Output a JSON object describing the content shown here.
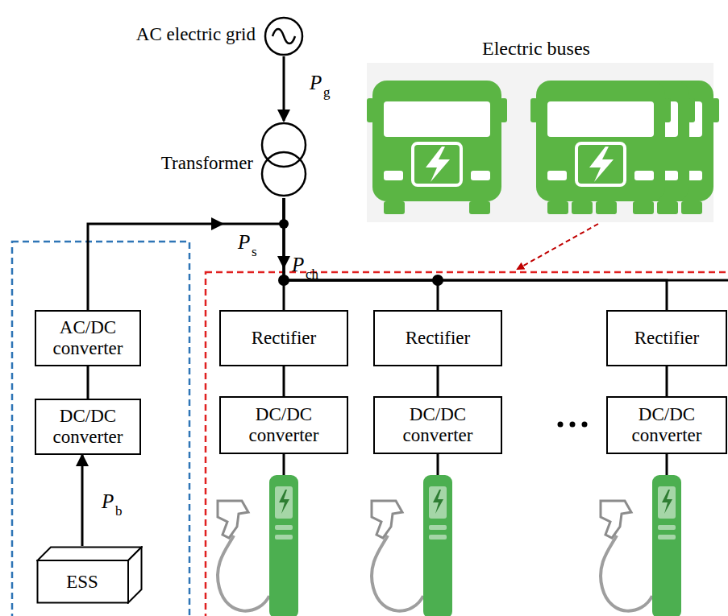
{
  "diagram": {
    "nodes": [
      {
        "text": [
          "AC electric grid"
        ]
      },
      {
        "text": [
          "Transformer"
        ]
      },
      {
        "text": [
          "AC/DC converter"
        ]
      },
      {
        "text": [
          "DC/DC converter"
        ]
      },
      {
        "text": [
          "ESS"
        ]
      },
      {
        "text": [
          "Rectifier"
        ]
      },
      {
        "text": [
          "Rectifier"
        ]
      },
      {
        "text": [
          "Rectifier"
        ]
      },
      {
        "text": [
          "DC/DC converter"
        ]
      },
      {
        "text": [
          "DC/DC converter"
        ]
      },
      {
        "text": [
          "DC/DC converter"
        ]
      }
    ],
    "edges": [
      {
        "from": 0,
        "to": 1,
        "arrow": "to"
      },
      {
        "from": 4,
        "to": 3,
        "arrow": "to"
      },
      {
        "from": 3,
        "to": 2,
        "arrow": "none"
      },
      {
        "from": 2,
        "to": 1,
        "arrow": "none"
      },
      {
        "from": 1,
        "to": 5,
        "arrow": "none"
      },
      {
        "from": 1,
        "to": 6,
        "arrow": "none"
      },
      {
        "from": 1,
        "to": 7,
        "arrow": "none"
      },
      {
        "from": 5,
        "to": 8,
        "arrow": "none"
      },
      {
        "from": 6,
        "to": 9,
        "arrow": "none"
      },
      {
        "from": 7,
        "to": 10,
        "arrow": "none"
      }
    ],
    "labels": [
      "P",
      "g",
      "P",
      "s",
      "P",
      "ch",
      "P",
      "b",
      "Electric buses"
    ]
  }
}
